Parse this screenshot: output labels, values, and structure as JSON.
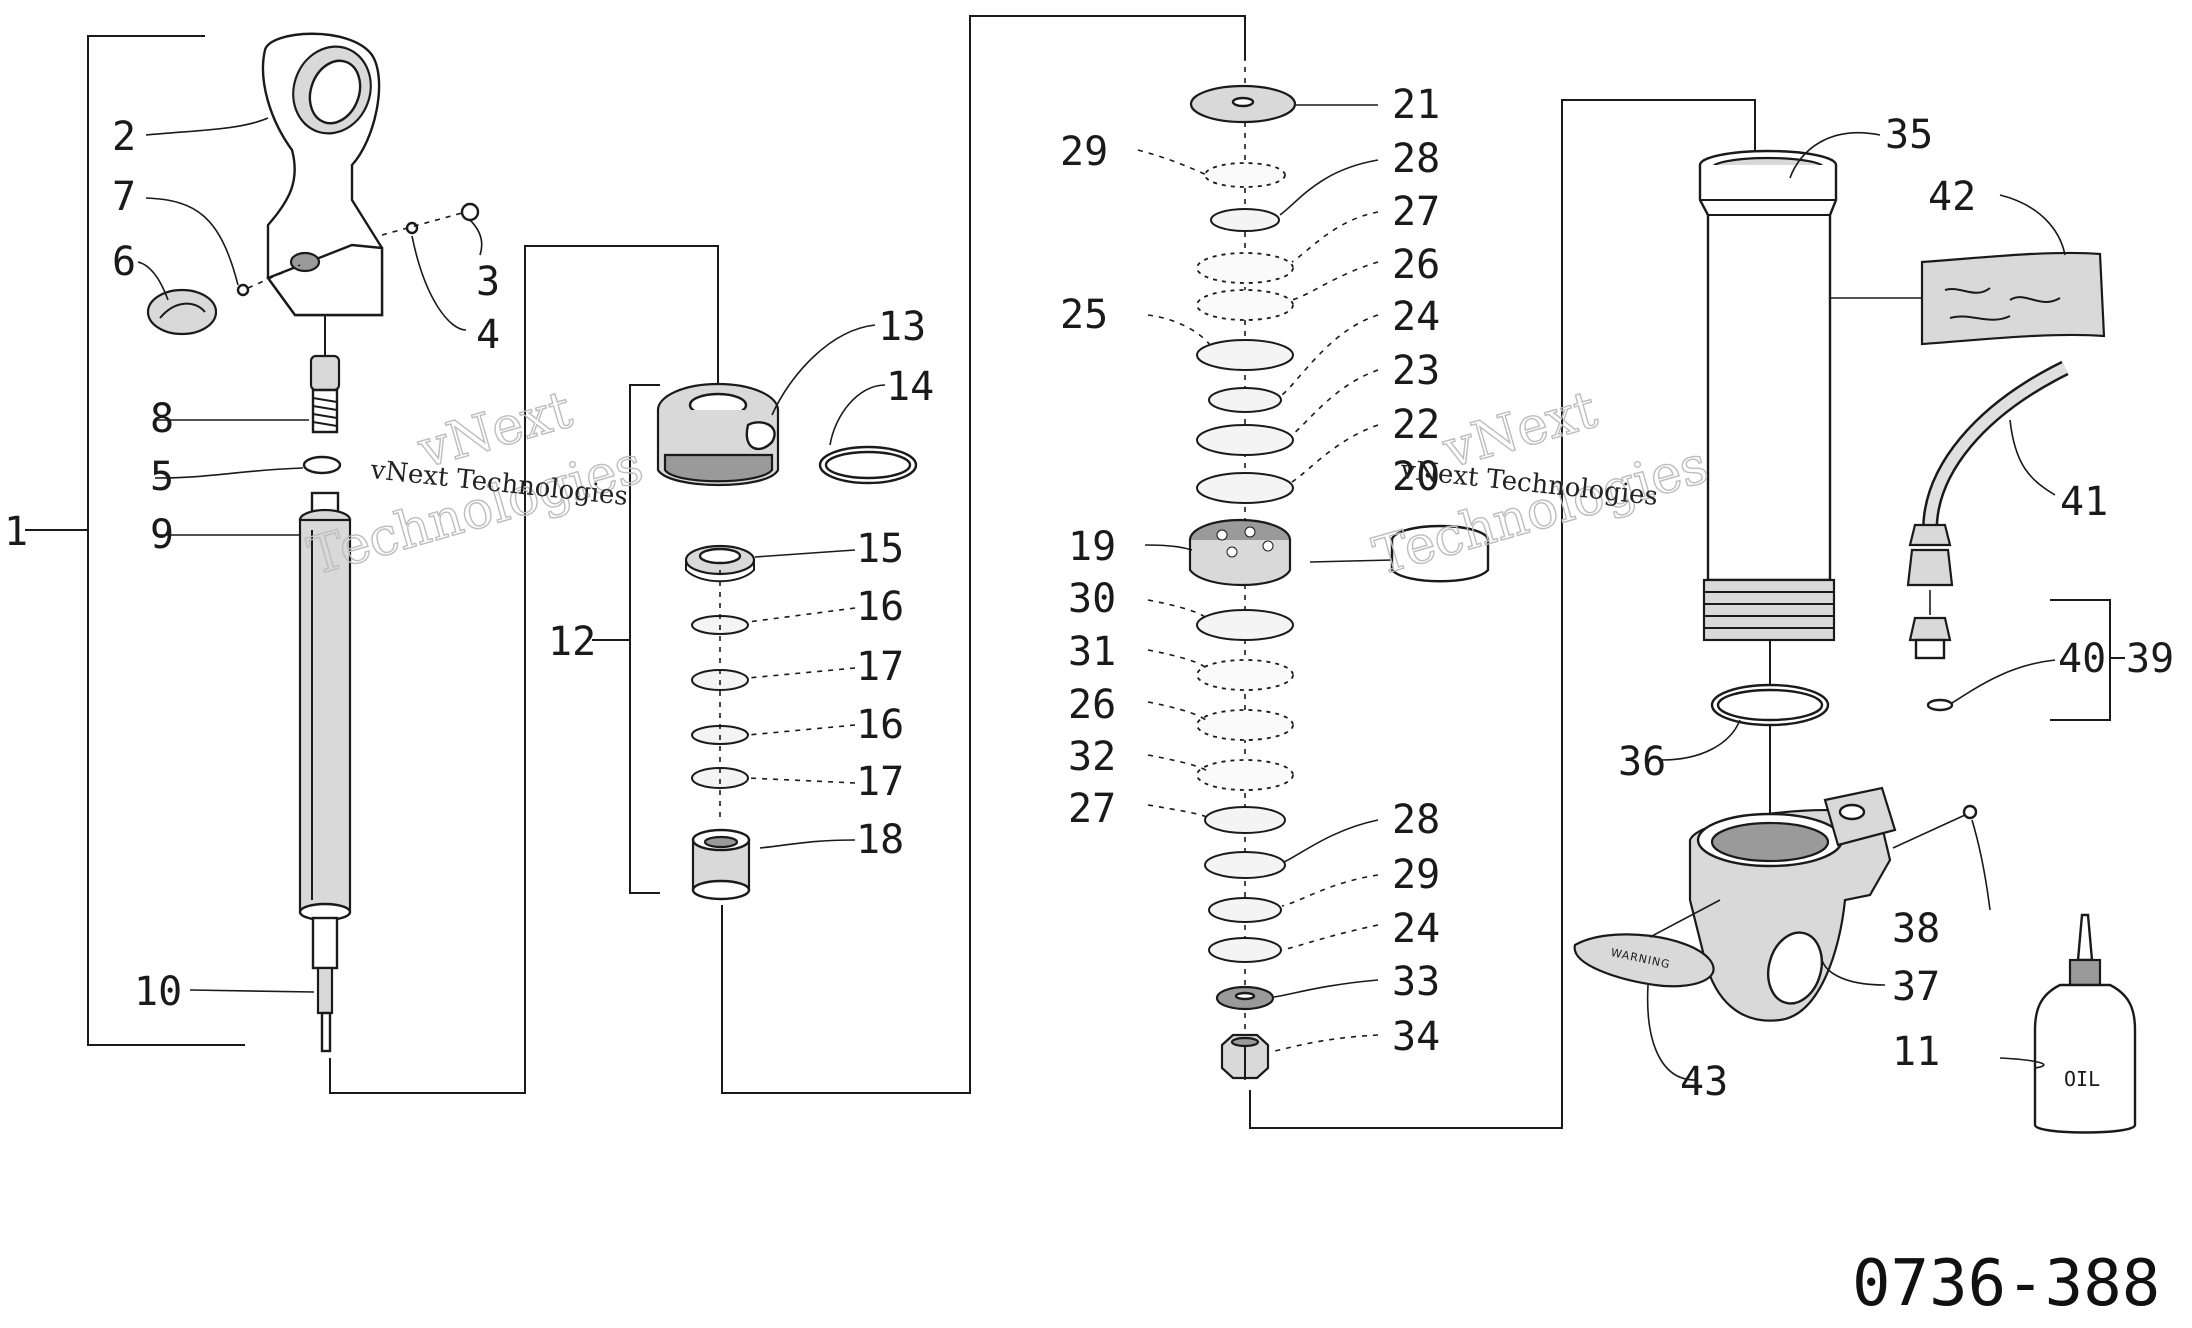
{
  "drawing_number": "0736-388",
  "watermark": {
    "line1": "vNext",
    "line2": "Technologies",
    "caption": "vNext Technologies"
  },
  "callouts": {
    "c1": "1",
    "c2": "2",
    "c3": "3",
    "c4": "4",
    "c5": "5",
    "c6": "6",
    "c7": "7",
    "c8": "8",
    "c9": "9",
    "c10": "10",
    "c11": "11",
    "c12": "12",
    "c13": "13",
    "c14": "14",
    "c15": "15",
    "c16a": "16",
    "c17a": "17",
    "c16b": "16",
    "c17b": "17",
    "c18": "18",
    "c19": "19",
    "c20": "20",
    "c21": "21",
    "c22": "22",
    "c23": "23",
    "c24a": "24",
    "c25": "25",
    "c26a": "26",
    "c27a": "27",
    "c28a": "28",
    "c29a": "29",
    "c30": "30",
    "c31": "31",
    "c26b": "26",
    "c32": "32",
    "c27b": "27",
    "c28b": "28",
    "c29b": "29",
    "c24b": "24",
    "c33": "33",
    "c34": "34",
    "c35": "35",
    "c36": "36",
    "c37": "37",
    "c38": "38",
    "c39": "39",
    "c40": "40",
    "c41": "41",
    "c42": "42",
    "c43": "43"
  },
  "labels": {
    "warning_plate": "WARNING",
    "oil_bottle": "OIL"
  }
}
